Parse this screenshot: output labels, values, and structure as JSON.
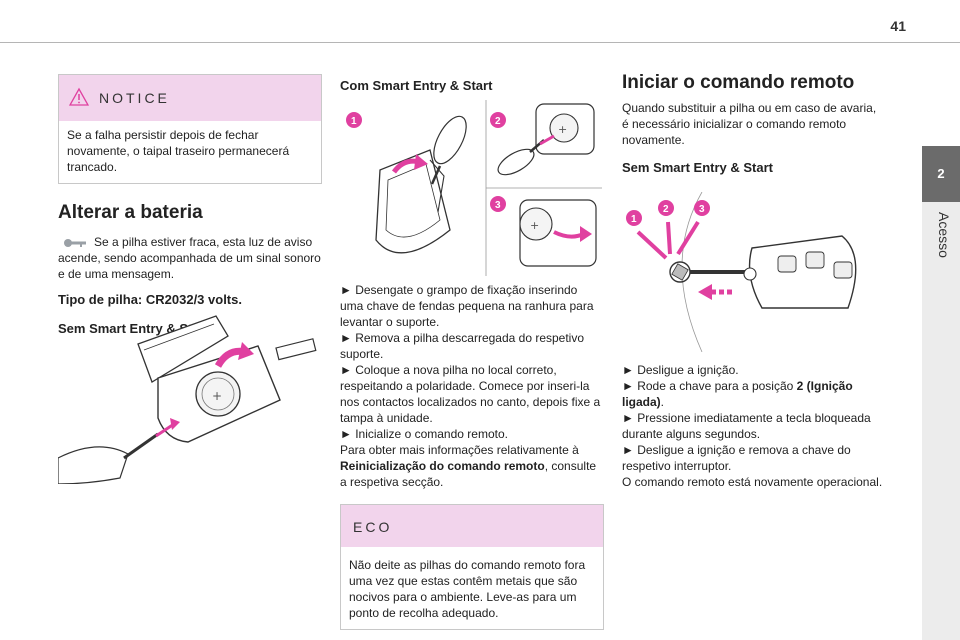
{
  "page_number": "41",
  "side_tab": {
    "number": "2",
    "label": "Acesso"
  },
  "notice": {
    "title": "NOTICE",
    "body": "Se a falha persistir depois de fechar novamente, o taipal traseiro permanecerá trancado."
  },
  "battery": {
    "title": "Alterar a bateria",
    "intro": "Se a pilha estiver fraca, esta luz de aviso acende, sendo acompanhada de um sinal sonoro e de uma mensagem.",
    "type_label": "Tipo de pilha: CR2032/3 volts.",
    "without_heading": "Sem Smart Entry & Start",
    "with_heading": "Com Smart Entry & Start",
    "steps": [
      "► Desengate o grampo de fixação inserindo uma chave de fendas pequena na ranhura para levantar o suporte.",
      "► Remova a pilha descarregada do respetivo suporte.",
      "► Coloque a nova pilha no local correto, respeitando a polaridade. Comece por inseri-la nos contactos localizados no canto, depois fixe a tampa à unidade.",
      "► Inicialize o comando remoto."
    ],
    "more_info_pre": "Para obter mais informações relativamente à ",
    "more_info_bold": "Reinicialização do comando remoto",
    "more_info_post": ", consulte a respetiva secção."
  },
  "eco": {
    "title": "ECO",
    "body": "Não deite as pilhas do comando remoto fora uma vez que estas contêm metais que são nocivos para o ambiente. Leve-as para um ponto de recolha adequado."
  },
  "init": {
    "title": "Iniciar o comando remoto",
    "intro": "Quando substituir a pilha ou em caso de avaria, é necessário inicializar o comando remoto novamente.",
    "subheading": "Sem Smart Entry & Start",
    "step1": "► Desligue a ignição.",
    "step2_pre": "► Rode a chave para a posição ",
    "step2_bold": "2 (Ignição ligada)",
    "step2_post": ".",
    "step3": "► Pressione imediatamente a tecla bloqueada durante alguns segundos.",
    "step4": "► Desligue a ignição e remova a chave do respetivo interruptor.",
    "final": "O comando remoto está novamente operacional."
  },
  "callouts": [
    "1",
    "2",
    "3"
  ],
  "colors": {
    "accent": "#e040a0",
    "notice_bg": "#f2d4ec",
    "tab": "#6b6b6b"
  }
}
